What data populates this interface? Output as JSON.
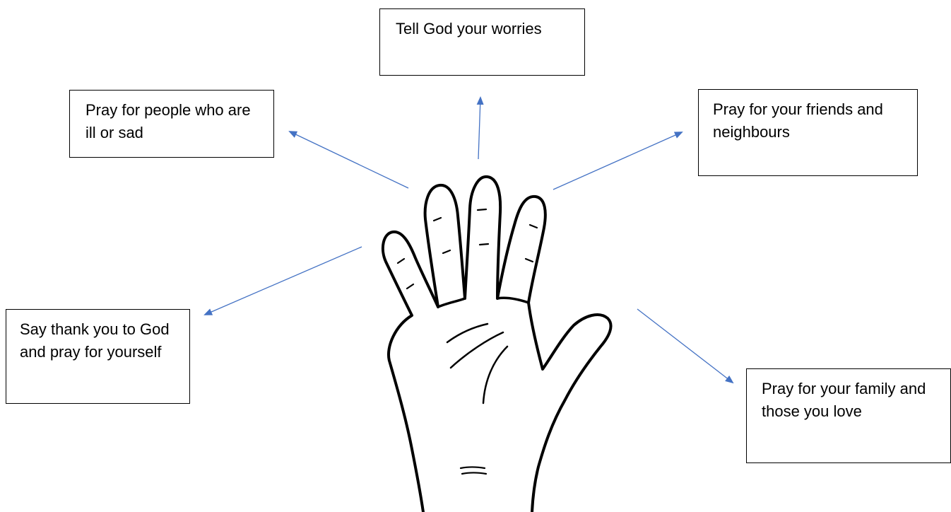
{
  "labels": {
    "worries": "Tell God your worries",
    "ill_or_sad": "Pray for people who are ill or sad",
    "friends": "Pray for your friends and neighbours",
    "thanks": "Say thank you to God and pray for yourself",
    "family": "Pray for your family and those you love"
  },
  "colors": {
    "arrow": "#4472c4",
    "box_border": "#000000",
    "text": "#000000",
    "hand_outline": "#000000"
  }
}
